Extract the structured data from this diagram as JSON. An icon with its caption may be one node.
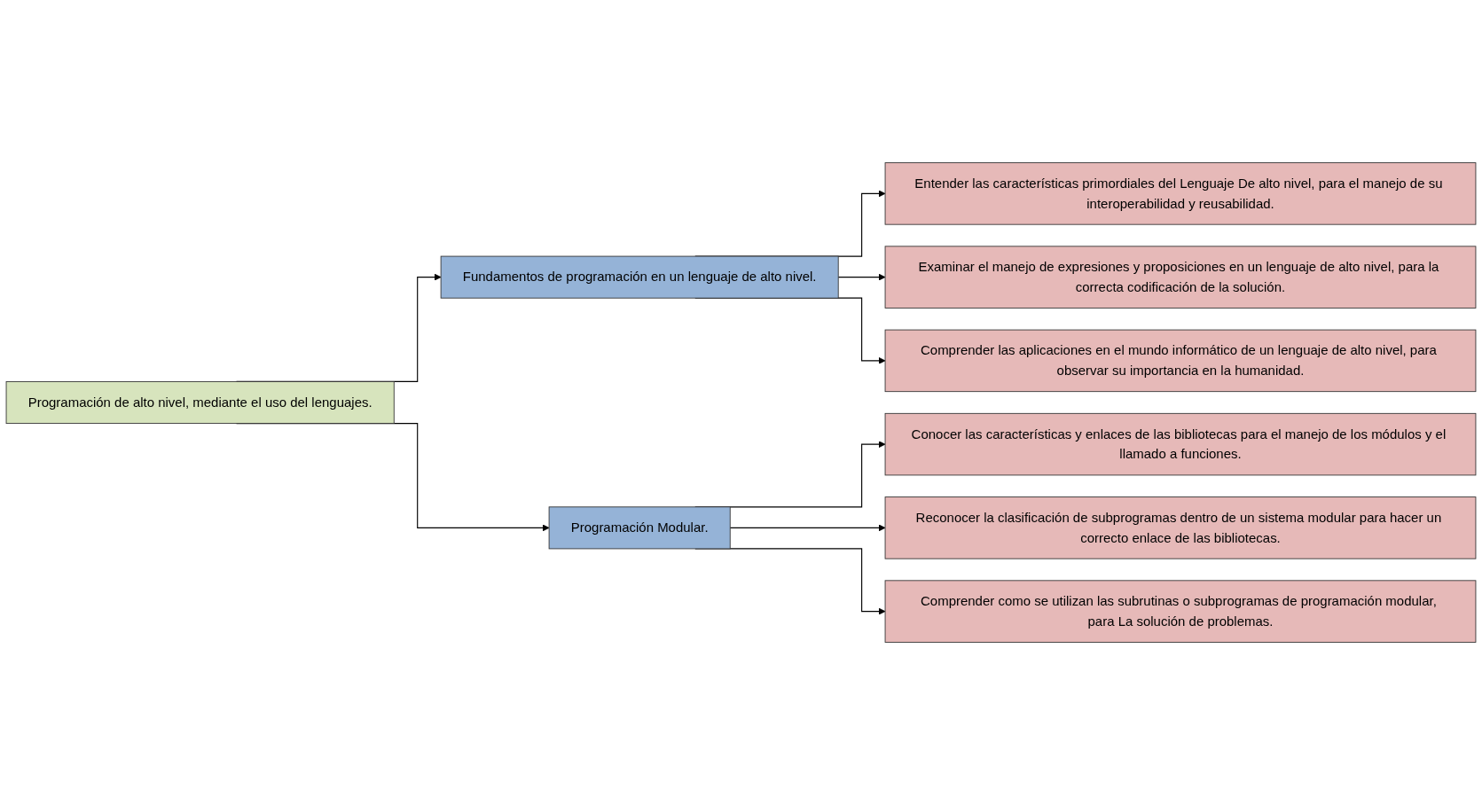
{
  "diagram": {
    "nodes": [
      {
        "text": [
          "Programación de alto nivel, mediante el uso del lenguajes."
        ]
      },
      {
        "text": [
          "Fundamentos de programación en un lenguaje de alto nivel."
        ]
      },
      {
        "text": [
          "Programación Modular."
        ]
      },
      {
        "text": [
          "Entender las características primordiales del Lenguaje De alto nivel, para el manejo de su interoperabilidad y reusabilidad."
        ]
      },
      {
        "text": [
          "Examinar el manejo de expresiones y proposiciones en un lenguaje de alto nivel, para la correcta codificación de la solución."
        ]
      },
      {
        "text": [
          "Comprender las aplicaciones en el mundo informático de un lenguaje de alto nivel, para observar su importancia en la humanidad."
        ]
      },
      {
        "text": [
          "Conocer las características y enlaces de las bibliotecas para el manejo de los módulos y el llamado a funciones."
        ]
      },
      {
        "text": [
          "Reconocer la clasificación de subprogramas dentro de un sistema modular para hacer un correcto enlace de las bibliotecas."
        ]
      },
      {
        "text": [
          "Comprender como se utilizan las subrutinas o subprogramas de programación modular, para La solución de problemas."
        ]
      }
    ],
    "edges": [
      {
        "from": 0,
        "to": 1,
        "arrow": "to"
      },
      {
        "from": 0,
        "to": 2,
        "arrow": "to"
      },
      {
        "from": 1,
        "to": 3,
        "arrow": "to"
      },
      {
        "from": 1,
        "to": 4,
        "arrow": "to"
      },
      {
        "from": 1,
        "to": 5,
        "arrow": "to"
      },
      {
        "from": 2,
        "to": 6,
        "arrow": "to"
      },
      {
        "from": 2,
        "to": 7,
        "arrow": "to"
      },
      {
        "from": 2,
        "to": 8,
        "arrow": "to"
      }
    ]
  }
}
